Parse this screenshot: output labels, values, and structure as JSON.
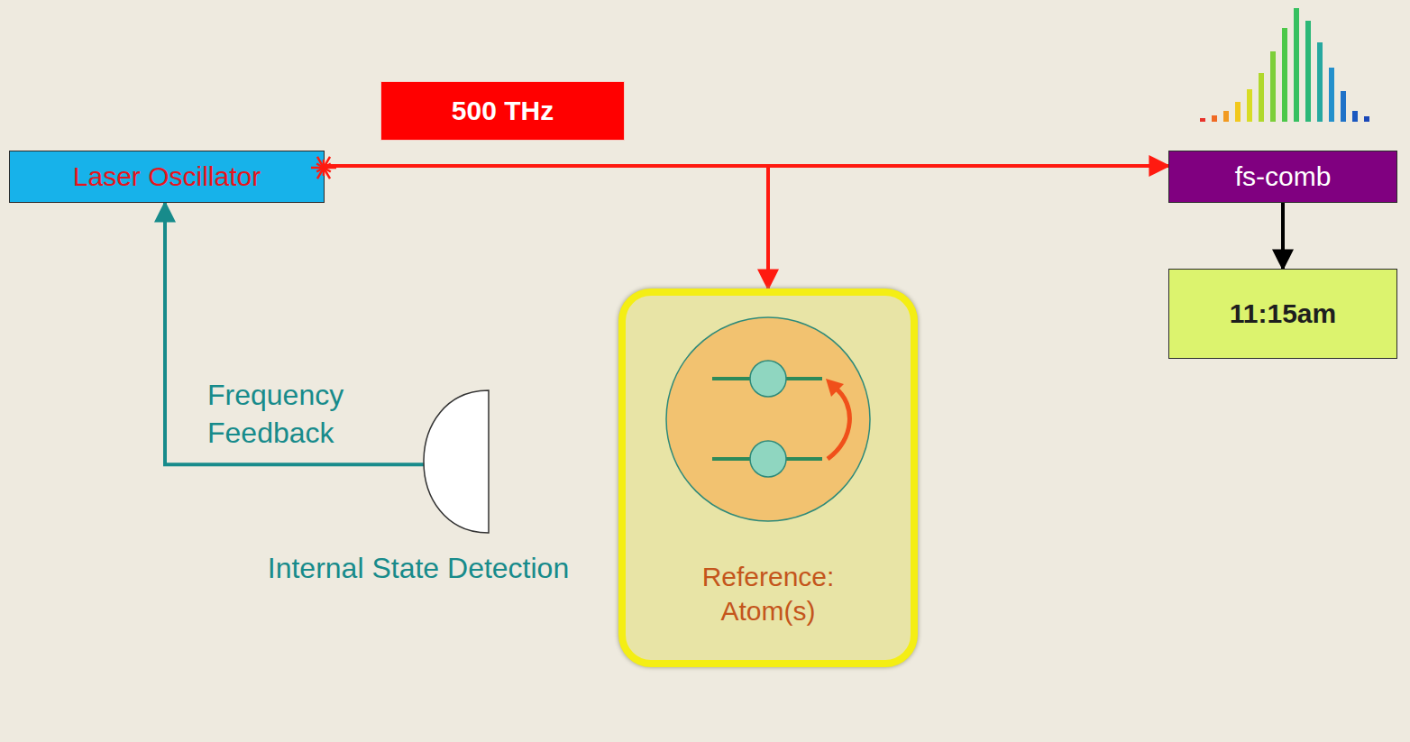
{
  "diagram": {
    "nodes": [
      {
        "text": [
          "Laser Oscillator"
        ]
      },
      {
        "text": [
          "500 THz"
        ]
      },
      {
        "text": [
          "fs-comb"
        ]
      },
      {
        "text": [
          "11:15am"
        ]
      },
      {
        "text": [
          "Reference: Atom(s)"
        ]
      },
      {
        "text": [
          "Internal State Detection"
        ]
      }
    ],
    "edges": [
      {
        "from": 0,
        "to": 2,
        "arrow": "to"
      },
      {
        "from": 0,
        "to": 4,
        "arrow": "to"
      },
      {
        "from": 2,
        "to": 3,
        "arrow": "to"
      },
      {
        "from": 5,
        "to": 0,
        "arrow": "to",
        "label": "Frequency Feedback"
      }
    ]
  }
}
